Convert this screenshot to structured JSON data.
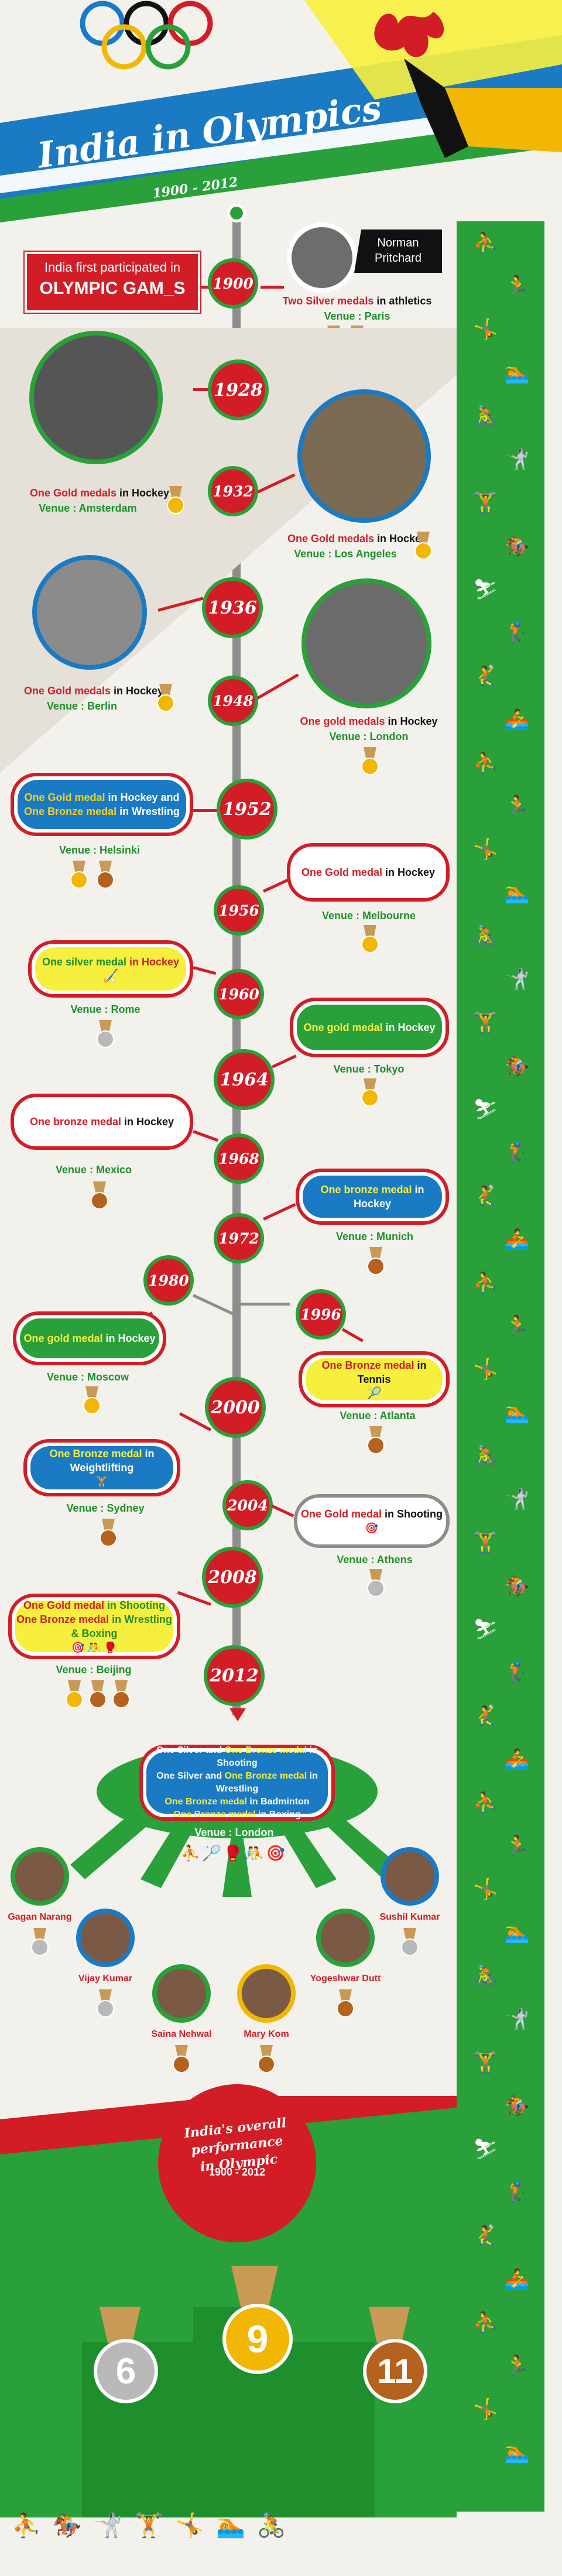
{
  "header": {
    "title": "India in Olympics",
    "range": "1900 - 2012"
  },
  "first": {
    "line1": "India first participated in",
    "line2": "OLYMPIC GAM_S"
  },
  "athlete_1900": {
    "name1": "Norman",
    "name2": "Pritchard"
  },
  "colors": {
    "red": "#d21d27",
    "green": "#2aa03a",
    "blue": "#1b7ac4",
    "yellow": "#f7ef3e",
    "gold": "#f2b705",
    "silver": "#b9b9b9",
    "bronze": "#b5621e"
  },
  "years": {
    "y1900": "1900",
    "y1928": "1928",
    "y1932": "1932",
    "y1936": "1936",
    "y1948": "1948",
    "y1952": "1952",
    "y1956": "1956",
    "y1960": "1960",
    "y1964": "1964",
    "y1968": "1968",
    "y1972": "1972",
    "y1980": "1980",
    "y1996": "1996",
    "y2000": "2000",
    "y2004": "2004",
    "y2008": "2008",
    "y2012": "2012"
  },
  "events": {
    "e1900": {
      "text1": "Two Silver medals",
      "text2": " in athletics",
      "venue": "Venue : Paris"
    },
    "e1928": {
      "text1": "One Gold medals",
      "text2": " in Hockey",
      "venue": "Venue : Amsterdam"
    },
    "e1932": {
      "text1": "One Gold medals",
      "text2": " in Hockey",
      "venue": "Venue : Los Angeles"
    },
    "e1936": {
      "text1": "One Gold medals",
      "text2": " in Hockey",
      "venue": "Venue : Berlin"
    },
    "e1948": {
      "text1": "One gold medals",
      "text2": " in Hockey",
      "venue": "Venue : London"
    },
    "e1952": {
      "line1a": "One Gold medal",
      "line1b": " in Hockey and",
      "line2a": "One Bronze medal",
      "line2b": " in Wrestling",
      "venue": "Venue : Helsinki"
    },
    "e1956": {
      "text1": "One Gold medal",
      "text2": " in Hockey",
      "venue": "Venue : Melbourne"
    },
    "e1960": {
      "text1": "One silver medal",
      "text2": " in Hockey",
      "venue": "Venue : Rome"
    },
    "e1964": {
      "text1": "One gold medal",
      "text2": " in Hockey",
      "venue": "Venue : Tokyo"
    },
    "e1968": {
      "text1": "One bronze medal",
      "text2": " in Hockey",
      "venue": "Venue : Mexico"
    },
    "e1972": {
      "text1": "One bronze medal",
      "text2": " in Hockey",
      "venue": "Venue : Munich"
    },
    "e1980": {
      "text1": "One gold medal",
      "text2": " in Hockey",
      "venue": "Venue : Moscow"
    },
    "e1996": {
      "text1": "One Bronze medal",
      "text2": " in Tennis",
      "venue": "Venue : Atlanta"
    },
    "e2000": {
      "text1": "One Bronze medal",
      "text2": " in Weightlifting",
      "venue": "Venue : Sydney"
    },
    "e2004": {
      "text1": "One Gold medal",
      "text2": " in Shooting",
      "venue": "Venue : Athens"
    },
    "e2008": {
      "line1a": "One Gold medal",
      "line1b": " in Shooting",
      "line2a": "One Bronze medal",
      "line2b": " in Wrestling & Boxing",
      "venue": "Venue : Beijing"
    },
    "e2012": {
      "l1a": "One Silver and ",
      "l1b": "One Bronze medal",
      "l1c": " in Shooting",
      "l2a": "One Silver and ",
      "l2b": "One Bronze medal",
      "l2c": " in Wrestling",
      "l3a": "One Bronze medal",
      "l3b": " in Badminton",
      "l4a": "One Bronze medal",
      "l4b": " in Boxing",
      "venue": "Venue : London"
    }
  },
  "athletes_2012": [
    {
      "name": "Gagan Narang"
    },
    {
      "name": "Vijay Kumar"
    },
    {
      "name": "Saina Nehwal"
    },
    {
      "name": "Mary Kom"
    },
    {
      "name": "Yogeshwar Dutt"
    },
    {
      "name": "Sushil Kumar"
    }
  ],
  "overall": {
    "title1": "India's overall performance",
    "title2": "in Olympic",
    "range": "1900 - 2012",
    "silver": "6",
    "gold": "9",
    "bronze": "11"
  }
}
